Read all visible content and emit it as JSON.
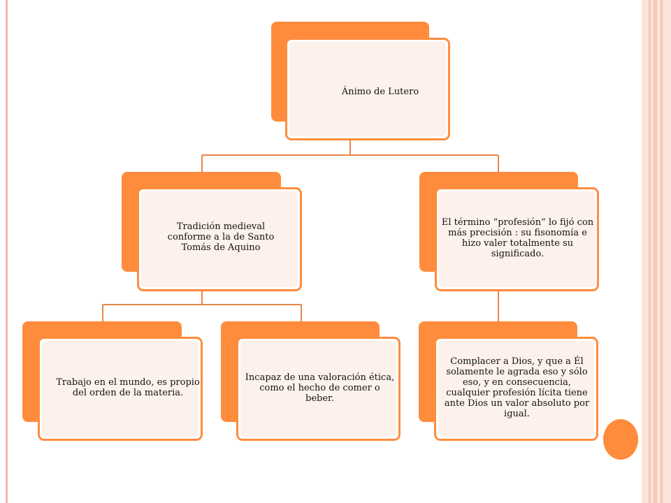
{
  "theme": {
    "accent": "#ff8c3d",
    "connector": "#e8864a",
    "frame": "#f6c6b6"
  },
  "diagram": {
    "root": {
      "text": "Ánimo de Lutero"
    },
    "left": {
      "text": "Tradición medieval conforme a la de Santo Tomás de Aquino"
    },
    "right": {
      "text": "El término “profesión” lo fijó con más precisión : su fisonomía e hizo valer totalmente su significado."
    },
    "left_child_1": {
      "text": "Trabajo en el mundo, es propio del orden de la materia."
    },
    "left_child_2": {
      "text": "Incapaz de una valoración ética, como el hecho de comer o beber."
    },
    "right_child": {
      "text": "Complacer a Dios, y que a Él solamente le agrada eso y sólo eso, y en consecuencia, cualquier profesión lícita tiene ante Dios un valor absoluto por igual."
    }
  }
}
